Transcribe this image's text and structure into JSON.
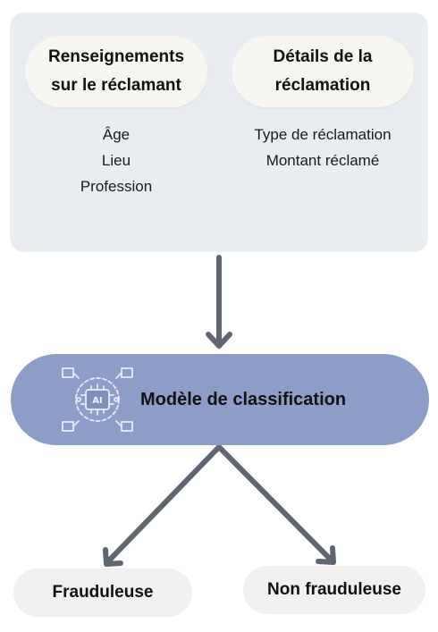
{
  "input_panel": {
    "claimant": {
      "title": "Renseignements\nsur le réclamant",
      "fields": [
        "Âge",
        "Lieu",
        "Profession"
      ]
    },
    "claim": {
      "title": "Détails de la\nréclamation",
      "fields": [
        "Type de réclamation",
        "Montant réclamé"
      ]
    }
  },
  "model": {
    "label": "Modèle de classification",
    "icon_text": "AI",
    "icon": "ai-chip-icon"
  },
  "outcomes": {
    "fraud": "Frauduleuse",
    "not_fraud": "Non frauduleuse"
  },
  "colors": {
    "panel_bg": "#e9edf2",
    "pill_bg": "#f7f5f2",
    "model_bg": "#8c9ec7",
    "arrow": "#5f6672",
    "outcome_bg": "#f1f0ee"
  }
}
